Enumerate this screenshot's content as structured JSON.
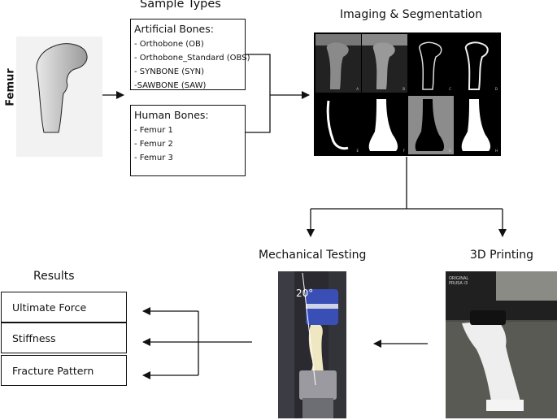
{
  "femur_label": "Femur",
  "sample_types": {
    "heading": "Sample Types",
    "artificial": {
      "title": "Artificial Bones:",
      "items": [
        "- Orthobone (OB)",
        "- Orthobone_Standard (OBS)",
        "- SYNBONE (SYN)",
        "-SAWBONE (SAW)"
      ]
    },
    "human": {
      "title": "Human Bones:",
      "items": [
        "- Femur 1",
        "- Femur 2",
        "- Femur 3"
      ]
    }
  },
  "imaging": {
    "heading": "Imaging & Segmentation",
    "panel_letters": [
      "A",
      "B",
      "C",
      "D",
      "E",
      "F",
      "G",
      "H"
    ]
  },
  "mechanical": {
    "heading": "Mechanical Testing",
    "angle_label": "20°"
  },
  "printing": {
    "heading": "3D Printing",
    "printer_text": "ORIGINAL PRUSA i3"
  },
  "results": {
    "heading": "Results",
    "items": [
      "Ultimate Force",
      "Stiffness",
      "Fracture Pattern"
    ]
  },
  "colors": {
    "line": "#111111",
    "photo_blue": "#3a4fb5",
    "print_white": "#eeeeee"
  }
}
